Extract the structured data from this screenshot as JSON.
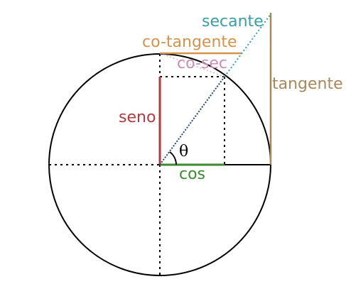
{
  "labels": {
    "secante": "secante",
    "cotangente": "co-tangente",
    "cosec": "co-sec",
    "tangente": "tangente",
    "seno": "seno",
    "theta": "θ",
    "cos": "cos"
  },
  "colors": {
    "circle": "#000000",
    "dotted": "#000000",
    "seno": "#b03a40",
    "cos": "#3a8a2e",
    "tangente": "#a8875f",
    "cotangente": "#d4924a",
    "secante": "#3a9ea5",
    "cosec": "#c98fb4",
    "radius": "#1f4a7a"
  }
}
